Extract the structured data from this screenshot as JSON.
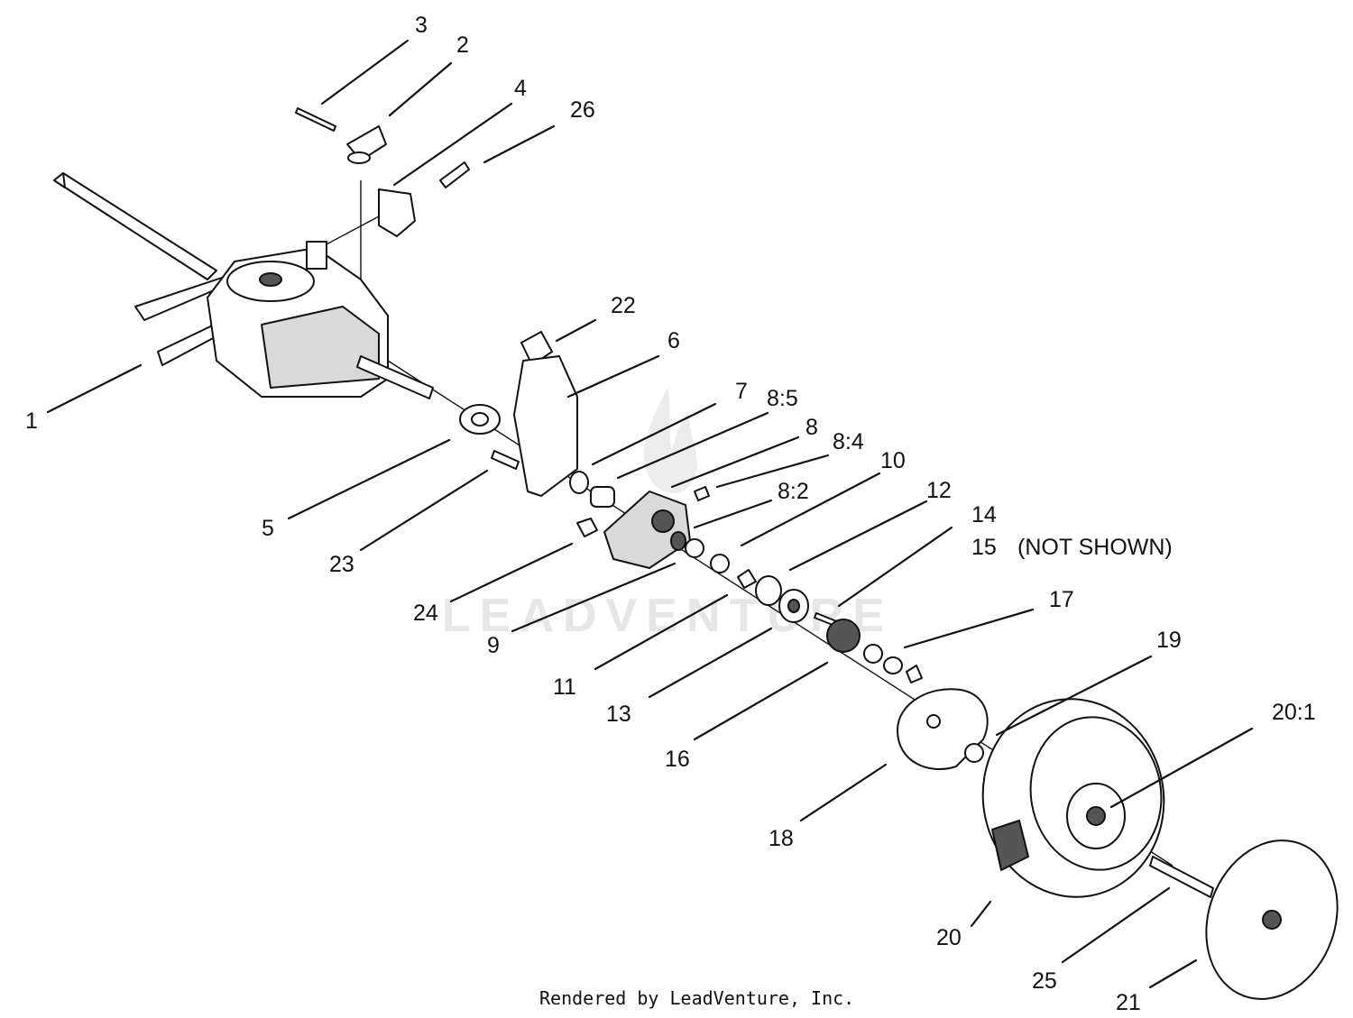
{
  "labels": {
    "p1": "1",
    "p2": "2",
    "p3": "3",
    "p4": "4",
    "p5": "5",
    "p6": "6",
    "p7": "7",
    "p8": "8",
    "p8_2": "8:2",
    "p8_4": "8:4",
    "p8_5": "8:5",
    "p9": "9",
    "p10": "10",
    "p11": "11",
    "p12": "12",
    "p13": "13",
    "p14": "14",
    "p15": "15",
    "not_shown": "(NOT SHOWN)",
    "p16": "16",
    "p17": "17",
    "p18": "18",
    "p19": "19",
    "p20": "20",
    "p20_1": "20:1",
    "p21": "21",
    "p22": "22",
    "p23": "23",
    "p24": "24",
    "p25": "25",
    "p26": "26"
  },
  "watermark": "LEADVENTURE",
  "credit": "Rendered by LeadVenture, Inc."
}
